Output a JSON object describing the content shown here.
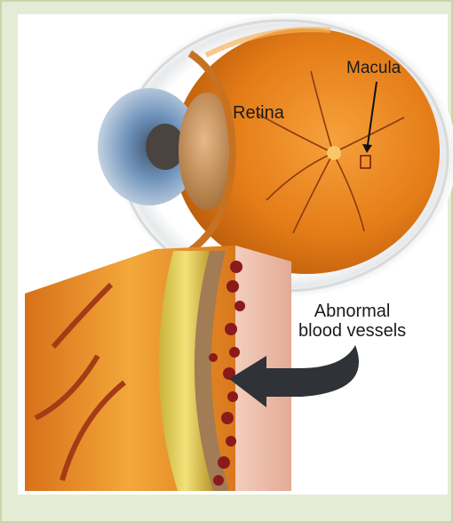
{
  "labels": {
    "retina": "Retina",
    "macula": "Macula",
    "abnormal_line1": "Abnormal",
    "abnormal_line2": "blood vessels"
  },
  "colors": {
    "page_background": "#e6ebd6",
    "panel_background": "#ffffff",
    "eyeball": "#e8821e",
    "iris": "#7a9ec4",
    "tissue": "#f0c8b8",
    "vessel": "#8b1a1a",
    "arrow": "#2f3237"
  }
}
